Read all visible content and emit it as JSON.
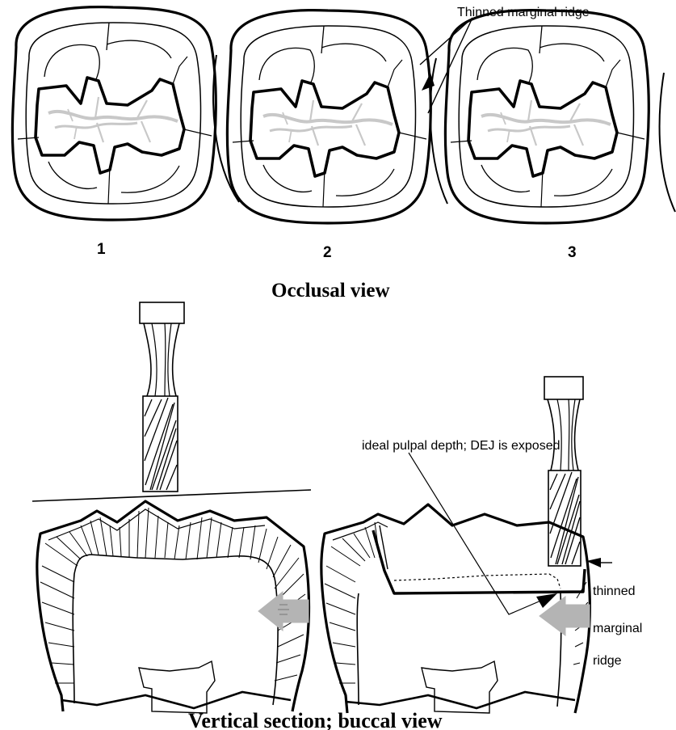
{
  "occlusal": {
    "callout_label": "Thinned marginal ridge",
    "tooth_numbers": [
      "1",
      "2",
      "3"
    ],
    "caption": "Occlusal view"
  },
  "section": {
    "pulpal_label": "ideal pulpal depth;  DEJ  is exposed",
    "marginal_labels": [
      "thinned",
      "marginal",
      "ridge"
    ],
    "caption": "Vertical section; buccal view"
  },
  "colors": {
    "ink": "#000000",
    "groove": "#c8c8c8",
    "arrow_fill": "#b4b4b4"
  }
}
